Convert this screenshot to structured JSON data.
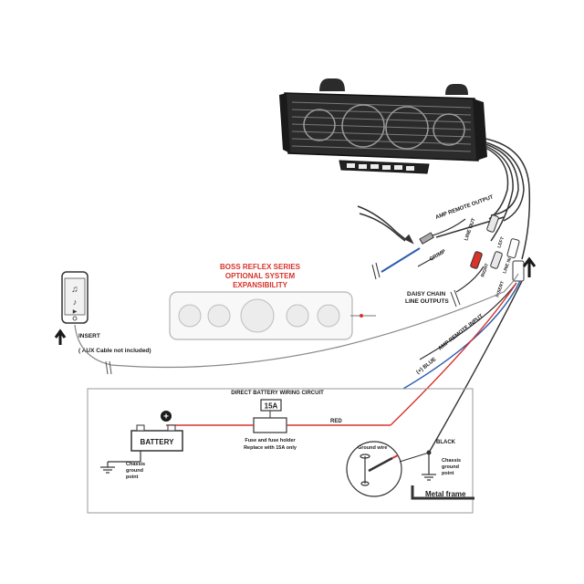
{
  "labels": {
    "amp_remote_output": "AMP REMOTE OUTPUT",
    "crimp": "CRIMP",
    "line_out": "LINE OUT",
    "left": "LEFT",
    "right": "RIGHT",
    "line_in": "LINE IN",
    "insert_small": "INSERT",
    "daisy_chain_1": "DAISY CHAIN",
    "daisy_chain_2": "LINE OUTPUTS",
    "boss_title_1": "BOSS REFLEX SERIES",
    "boss_title_2": "OPTIONAL SYSTEM",
    "boss_title_3": "EXPANSIBILITY",
    "insert": "INSERT",
    "aux_note": "( AUX Cable not included)",
    "amp_remote_input": "AMP REMOTE INPUT",
    "blue_wire": "(+) BLUE",
    "direct_battery": "DIRECT BATTERY WIRING CIRCUIT",
    "fuse_rating": "15A",
    "fuse_note_1": "Fuse and fuse holder",
    "fuse_note_2": "Replace with 15A only",
    "red": "RED",
    "battery": "BATTERY",
    "plus": "+",
    "chassis_ground_left_1": "Chassis",
    "chassis_ground_left_2": "ground",
    "chassis_ground_left_3": "point",
    "ground_wire": "Ground wire",
    "black": "BLACK",
    "chassis_ground_right_1": "Chassis",
    "chassis_ground_right_2": "ground",
    "chassis_ground_right_3": "point",
    "metal_frame": "Metal frame"
  },
  "colors": {
    "wire_red": "#d7332a",
    "wire_blue": "#2a5db0",
    "title_red": "#d7332a",
    "ink": "#1a1a1a",
    "speaker_body": "#2b2b2b"
  }
}
